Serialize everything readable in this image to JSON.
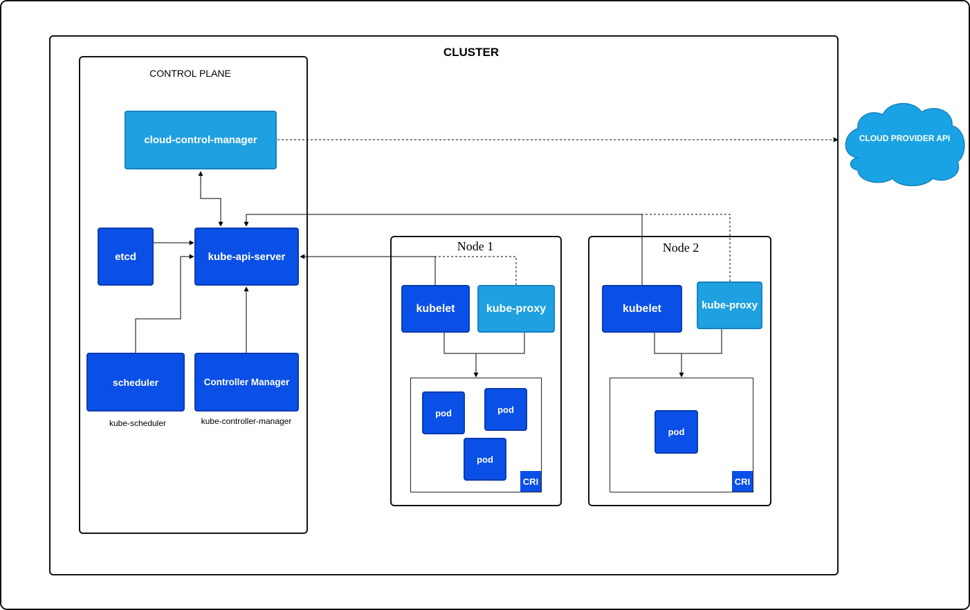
{
  "cluster": {
    "title": "CLUSTER"
  },
  "control_plane": {
    "title": "CONTROL PLANE",
    "cloud_control_manager": "cloud-control-manager",
    "etcd": "etcd",
    "kube_api_server": "kube-api-server",
    "scheduler": "scheduler",
    "scheduler_caption": "kube-scheduler",
    "controller_manager": "Controller Manager",
    "controller_manager_caption": "kube-controller-manager"
  },
  "node1": {
    "title": "Node 1",
    "kubelet": "kubelet",
    "kube_proxy": "kube-proxy",
    "pods": [
      "pod",
      "pod",
      "pod"
    ],
    "cri": "CRI"
  },
  "node2": {
    "title": "Node 2",
    "kubelet": "kubelet",
    "kube_proxy": "kube-proxy",
    "pods": [
      "pod"
    ],
    "cri": "CRI"
  },
  "cloud_provider": {
    "label": "CLOUD PROVIDER API",
    "color": "#1aa3e4"
  },
  "colors": {
    "component": "#0a4fe6",
    "proxy": "#1fa0e0"
  }
}
